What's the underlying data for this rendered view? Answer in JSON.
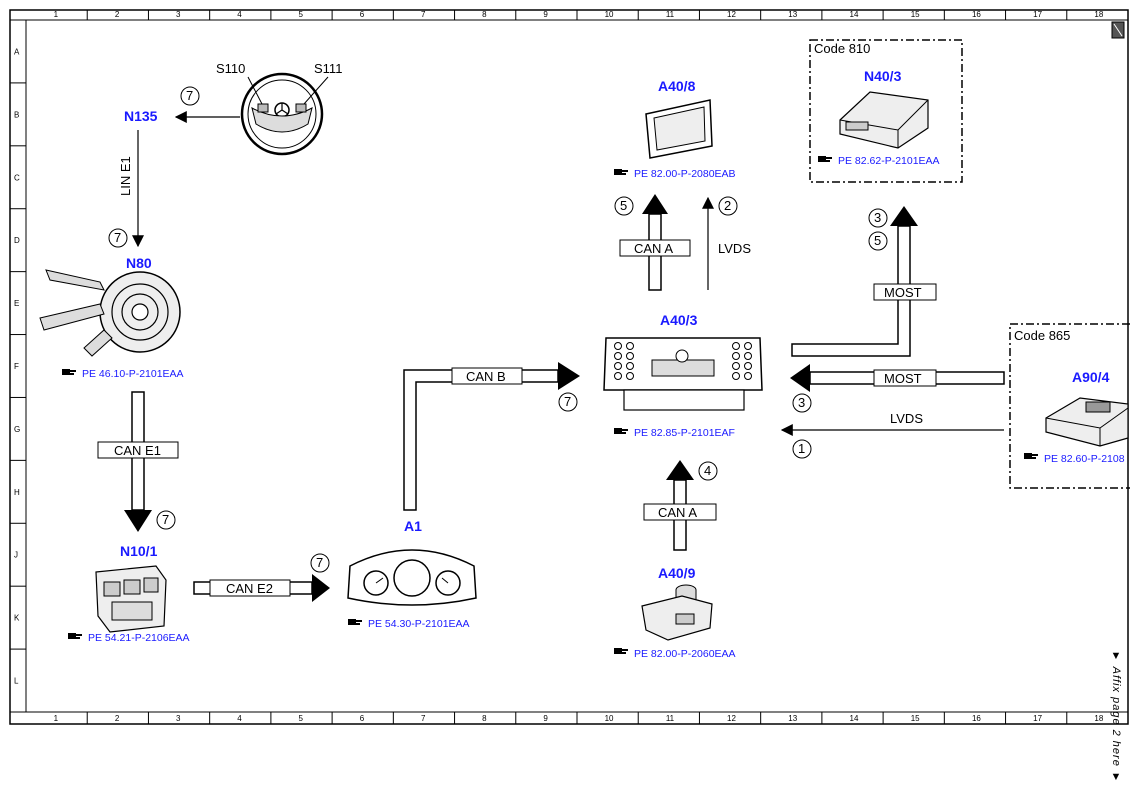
{
  "components": {
    "n135": "N135",
    "n80": "N80",
    "n10_1": "N10/1",
    "a1": "A1",
    "a40_3": "A40/3",
    "a40_8": "A40/8",
    "a40_9": "A40/9",
    "n40_3": "N40/3",
    "a90_4": "A90/4",
    "s110": "S110",
    "s111": "S111"
  },
  "references": {
    "n80": "PE 46.10-P-2101EAA",
    "n10_1": "PE 54.21-P-2106EAA",
    "a1": "PE 54.30-P-2101EAA",
    "a40_3": "PE 82.85-P-2101EAF",
    "a40_8": "PE 82.00-P-2080EAB",
    "a40_9": "PE 82.00-P-2060EAA",
    "n40_3": "PE 82.62-P-2101EAA",
    "a90_4": "PE 82.60-P-2108"
  },
  "codes": {
    "code810": "Code 810",
    "code865": "Code 865"
  },
  "buses": {
    "lin_e1": "LIN E1",
    "can_e1": "CAN E1",
    "can_e2": "CAN E2",
    "can_b": "CAN B",
    "can_a_top": "CAN A",
    "can_a_bottom": "CAN A",
    "lvds_top": "LVDS",
    "lvds_right": "LVDS",
    "most_top": "MOST",
    "most_right": "MOST"
  },
  "markers": {
    "m7_wheel": "7",
    "m7_n80": "7",
    "m7_can_e1": "7",
    "m7_can_e2": "7",
    "m7_can_b": "7",
    "m5_top": "5",
    "m2_top": "2",
    "m3_most": "3",
    "m5_most": "5",
    "m3_right": "3",
    "m1_right": "1",
    "m4_bottom": "4"
  },
  "grid": {
    "columns": [
      "1",
      "2",
      "3",
      "4",
      "5",
      "6",
      "7",
      "8",
      "9",
      "10",
      "11",
      "12",
      "13",
      "14",
      "15",
      "16",
      "17",
      "18"
    ],
    "rows": [
      "A",
      "B",
      "C",
      "D",
      "E",
      "F",
      "G",
      "H",
      "J",
      "K",
      "L"
    ]
  },
  "side_note": "▼ Affix page 2 here ▼",
  "ref_icon": "pointing-hand-icon",
  "colors": {
    "label_blue": "#1a1aff",
    "line": "#000000"
  }
}
